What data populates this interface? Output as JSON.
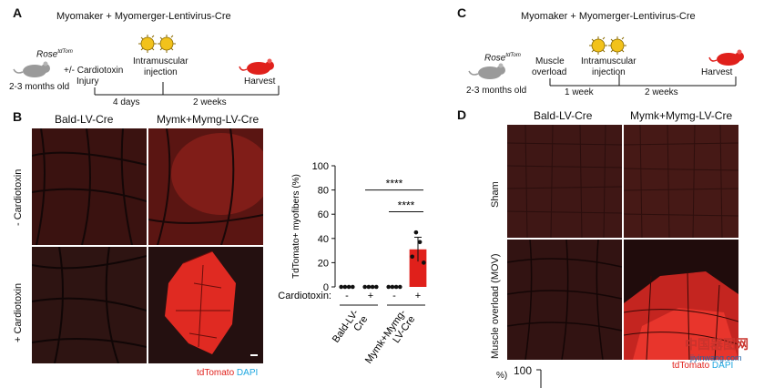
{
  "panel_A": {
    "label": "A",
    "title": "Myomaker + Myomerger-Lentivirus-Cre",
    "mouse_genotype": "Rose",
    "mouse_genotype_sup": "tdTom",
    "age": "2-3 months old",
    "treatment_line1": "+/- Cardiotoxin",
    "treatment_line2": "Injury",
    "injection_line1": "Intramuscular",
    "injection_line2": "injection",
    "harvest": "Harvest",
    "interval1": "4 days",
    "interval2": "2 weeks"
  },
  "panel_B": {
    "label": "B",
    "col1": "Bald-LV-Cre",
    "col2": "Mymk+Mymg-LV-Cre",
    "row1": "- Cardiotoxin",
    "row2": "+ Cardiotoxin",
    "legend_red": "tdTomato",
    "legend_blue": "DAPI"
  },
  "panel_C": {
    "label": "C",
    "title": "Myomaker + Myomerger-Lentivirus-Cre",
    "mouse_genotype": "Rose",
    "mouse_genotype_sup": "tdTom",
    "age": "2-3 months old",
    "treatment_line1": "Muscle",
    "treatment_line2": "overload",
    "injection_line1": "Intramuscular",
    "injection_line2": "injection",
    "harvest": "Harvest",
    "interval1": "1 week",
    "interval2": "2 weeks"
  },
  "panel_D": {
    "label": "D",
    "col1": "Bald-LV-Cre",
    "col2": "Mymk+Mymg-LV-Cre",
    "row1": "Sham",
    "row2": "Muscle overload (MOV)",
    "legend_red": "tdTomato",
    "legend_blue": "DAPI",
    "next_axis_top_tick": "100",
    "next_axis_fragment": "%)"
  },
  "watermark": {
    "line1": "中国器图网",
    "line2": "jiyinwang.com"
  },
  "chart_data": {
    "type": "bar",
    "ylabel": "TdTomato+ myofibers (%)",
    "ylim": [
      0,
      100
    ],
    "yticks": [
      "0",
      "20",
      "40",
      "60",
      "80",
      "100"
    ],
    "row_label": "Cardiotoxin:",
    "categories": [
      "-",
      "+",
      "-",
      "+"
    ],
    "groups": [
      {
        "name_line1": "Bald-LV-",
        "name_line2": "Cre"
      },
      {
        "name_line1": "Mymk+Mymg-",
        "name_line2": "LV-Cre"
      }
    ],
    "values": [
      0,
      0,
      0,
      31
    ],
    "errors": [
      0,
      0,
      0,
      10
    ],
    "points": [
      [
        0,
        0,
        0,
        0
      ],
      [
        0,
        0,
        0,
        0
      ],
      [
        0,
        0,
        0,
        0
      ],
      [
        25,
        45,
        37,
        20
      ]
    ],
    "significance": [
      {
        "from": 2,
        "to": 3,
        "label": "****"
      },
      {
        "from": 1,
        "to": 3,
        "label": "****"
      }
    ],
    "bar_color": "#e0201b"
  }
}
